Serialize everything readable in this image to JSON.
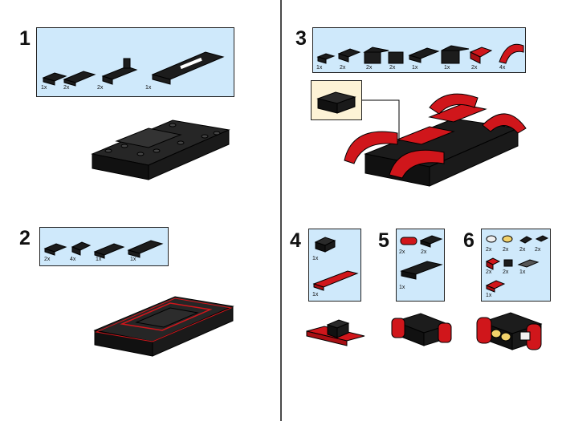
{
  "steps": [
    {
      "number": "1",
      "quantities": [
        "1x",
        "2x",
        "2x",
        "1x"
      ]
    },
    {
      "number": "2",
      "quantities": [
        "2x",
        "4x",
        "1x",
        "1x"
      ]
    },
    {
      "number": "3",
      "quantities": [
        "1x",
        "2x",
        "2x",
        "2x",
        "1x",
        "1x",
        "2x",
        "4x"
      ]
    },
    {
      "number": "4",
      "quantities": [
        "1x",
        "1x"
      ]
    },
    {
      "number": "5",
      "quantities": [
        "2x",
        "2x",
        "1x"
      ]
    },
    {
      "number": "6",
      "quantities": [
        "2x",
        "2x",
        "2x",
        "2x",
        "2x",
        "2x",
        "1x",
        "1x"
      ]
    }
  ],
  "colors": {
    "part_box": "#cfe9fb",
    "callout_box": "#fdf3d6",
    "brick_black": "#1c1c1c",
    "brick_red": "#d0161b",
    "divider": "#4a4a4a"
  }
}
